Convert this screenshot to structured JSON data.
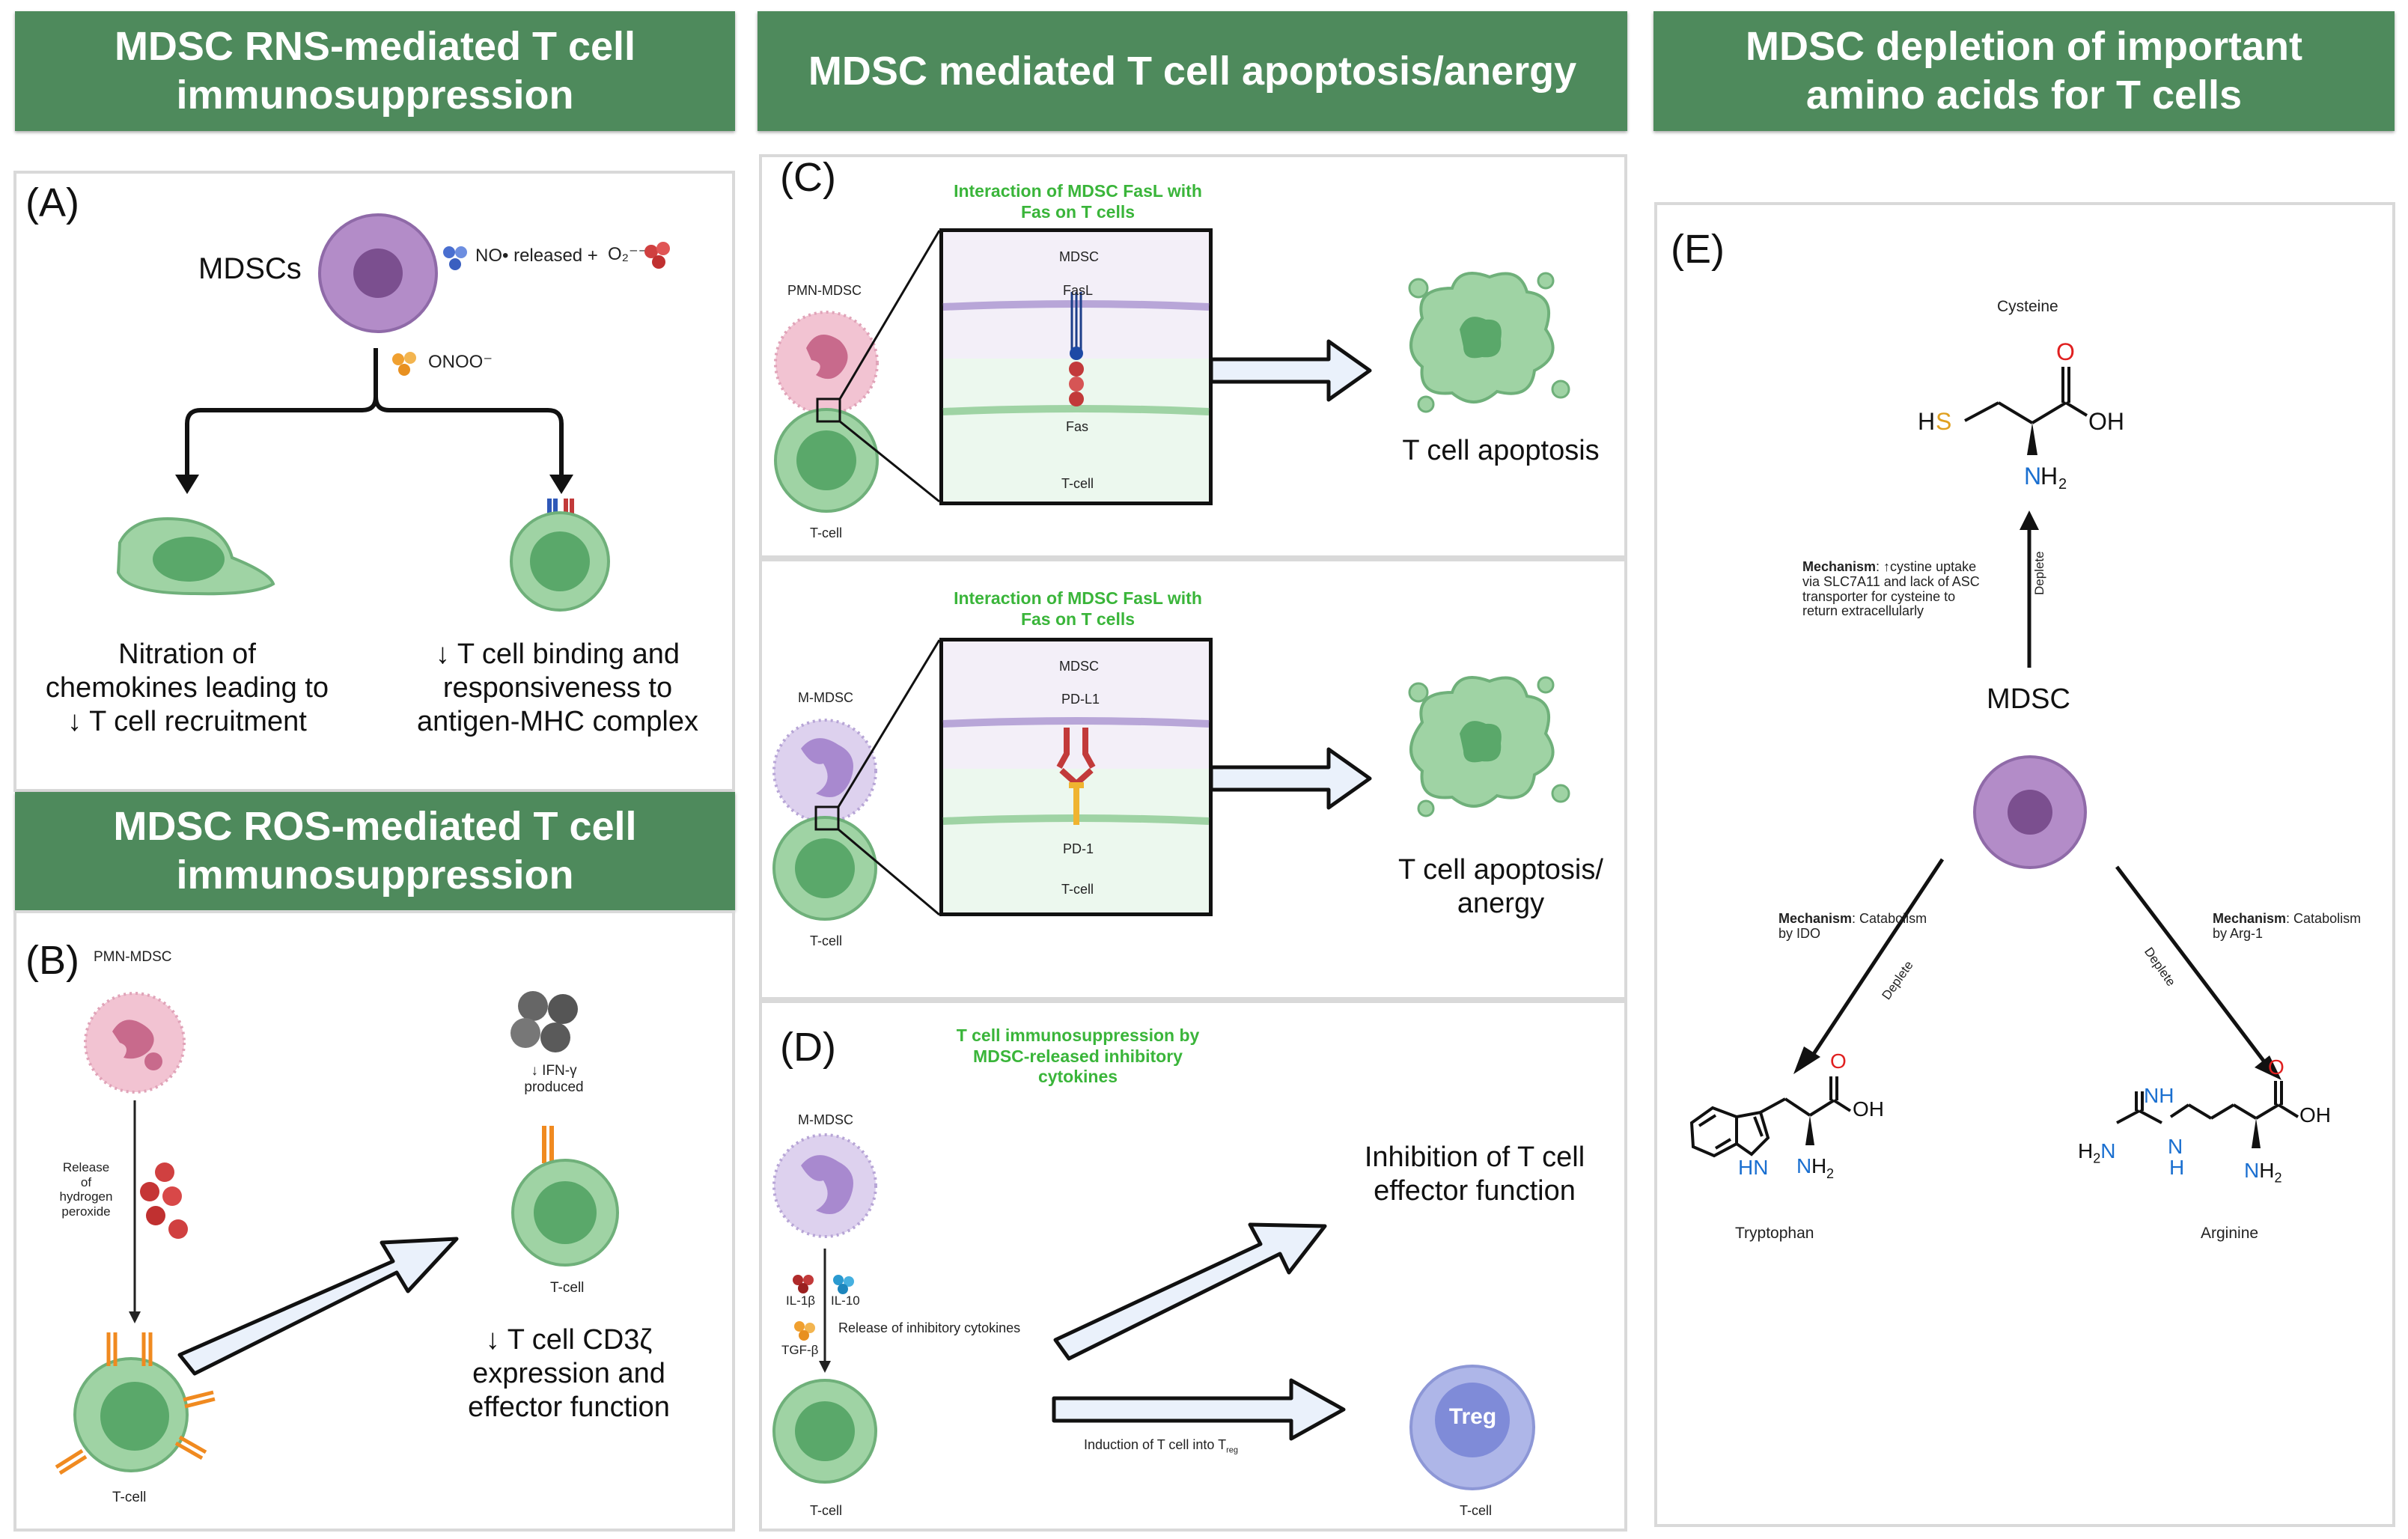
{
  "headers": {
    "rns": [
      "MDSC RNS-mediated T cell",
      "immunosuppression"
    ],
    "apoptosis": [
      "MDSC mediated T cell apoptosis/anergy"
    ],
    "amino": [
      "MDSC depletion of important",
      "amino acids for T cells"
    ],
    "ros": [
      "MDSC ROS-mediated T cell",
      "immunosuppression"
    ]
  },
  "panelA": {
    "label": "(A)",
    "mdsc": "MDSCs",
    "no_released": "NO• released +",
    "superoxide": "O₂⁻⁻",
    "onoo": "ONOO⁻",
    "left_caption": [
      "Nitration of",
      "chemokines leading to",
      "↓ T cell recruitment"
    ],
    "right_caption": [
      "↓ T cell binding and",
      "responsiveness to",
      "antigen-MHC complex"
    ]
  },
  "panelB": {
    "label": "(B)",
    "pmn": "PMN-MDSC",
    "release": [
      "Release",
      "of",
      "hydrogen",
      "peroxide"
    ],
    "ifn": [
      "↓ IFN-γ",
      "produced"
    ],
    "tcell_top": "T-cell",
    "tcell_bottom": "T-cell",
    "caption": [
      "↓ T cell CD3ζ",
      "expression and",
      "effector function"
    ]
  },
  "panelC": {
    "label": "(C)",
    "title": [
      "Interaction of MDSC FasL with",
      "Fas on T cells"
    ],
    "pmn": "PMN-MDSC",
    "tcell": "T-cell",
    "box_mdsc": "MDSC",
    "box_fasl": "FasL",
    "box_fas": "Fas",
    "box_tcell": "T-cell",
    "result": "T cell apoptosis"
  },
  "panelC2": {
    "title": [
      "Interaction of MDSC FasL with",
      "Fas on T cells"
    ],
    "mmdsc": "M-MDSC",
    "tcell": "T-cell",
    "box_mdsc": "MDSC",
    "box_pdl1": "PD-L1",
    "box_pd1": "PD-1",
    "box_tcell": "T-cell",
    "result": [
      "T cell apoptosis/",
      "anergy"
    ]
  },
  "panelD": {
    "label": "(D)",
    "title": [
      "T cell immunosuppression by",
      "MDSC-released inhibitory",
      "cytokines"
    ],
    "mmdsc": "M-MDSC",
    "il1b": "IL-1β",
    "il10": "IL-10",
    "tgfb": "TGF-β",
    "release": "Release of inhibitory cytokines",
    "inhibition": [
      "Inhibition of T cell",
      "effector function"
    ],
    "induction": "Induction of T cell into T",
    "induction_sub": "reg",
    "treg": "Treg",
    "tcell_left": "T-cell",
    "tcell_right": "T-cell"
  },
  "panelE": {
    "label": "(E)",
    "cysteine": "Cysteine",
    "mech_top_bold": "Mechanism",
    "mech_top": [
      ": ↑cystine uptake",
      "via SLC7A11 and lack of ASC",
      "transporter for cysteine to",
      "return extracellularly"
    ],
    "deplete": "Deplete",
    "mdsc": "MDSC",
    "mech_left": [
      "Mechanism",
      ": Catabolism",
      "by IDO"
    ],
    "mech_right": [
      "Mechanism",
      ": Catabolism",
      "by Arg-1"
    ],
    "tryptophan": "Tryptophan",
    "arginine": "Arginine",
    "atoms": {
      "HS_H": "H",
      "HS_S": "S",
      "O": "O",
      "OH": "OH",
      "N": "N",
      "H2": "H",
      "sub2": "2",
      "HN": "HN",
      "NH": "NH",
      "H2N": "H"
    }
  },
  "colors": {
    "header": "#4e8a5c",
    "mdsc_purple": "#b38cc8",
    "tcell_green": "#9fd3a4",
    "nucleus_green": "#5aa86a",
    "title_green": "#3ab53a",
    "treg_blue": "#aeb6e8"
  }
}
